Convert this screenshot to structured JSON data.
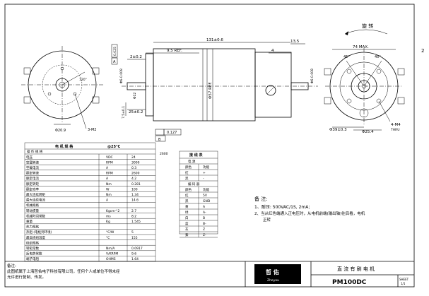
{
  "page_number": "2",
  "rotation": {
    "label": "旋 转"
  },
  "dimensions": {
    "length_131": "131±0.6",
    "d_13_5": "13,5",
    "d_9_5_ref": "9,5 REF.",
    "d_2": "2±0.2",
    "d_4": "4",
    "d_6_shaft_left": "Φ6-0.008",
    "d_6_shaft_right": "Φ6-0.008",
    "d_57": "Φ57 REF.",
    "d_12": "Φ12",
    "d_25": "25±0.2",
    "d_7_5": "7.5±0.1",
    "d_20_9": "Φ20.9",
    "screw_3m2": "3-M2",
    "tol_0_025": "0.025",
    "datum_a": "A",
    "datum_b": "B",
    "tol_0_127": "0.127",
    "width_74": "74 MAX.",
    "angle_45a": "45°",
    "angle_45b": "45°",
    "d_39": "Φ39±0.3",
    "d_25_4": "Φ25.4",
    "screw_4m4": "4-M4",
    "thru": "THRU",
    "left_angle": "120°",
    "note_2600": "2600"
  },
  "param_table": {
    "header_left": "电 机 规 格",
    "header_right": "@25°C",
    "subheader": "操 作 规 格",
    "rows": [
      {
        "name": "电压",
        "unit": "VDC",
        "value": "24"
      },
      {
        "name": "空载转速",
        "unit": "RPM",
        "value": "3000"
      },
      {
        "name": "空载电流",
        "unit": "A",
        "value": "0.3"
      },
      {
        "name": "额定转速",
        "unit": "RPM",
        "value": "2600"
      },
      {
        "name": "额定电流",
        "unit": "A",
        "value": "4.2"
      },
      {
        "name": "额定转矩",
        "unit": "Nm",
        "value": "0.281"
      },
      {
        "name": "额定功率",
        "unit": "W",
        "value": "100"
      },
      {
        "name": "最大连续转矩",
        "unit": "Nm",
        "value": "1.34"
      },
      {
        "name": "最大连续电流",
        "unit": "A",
        "value": "14.6"
      },
      {
        "name": "机械规格",
        "unit": "",
        "value": ""
      },
      {
        "name": "转动惯量",
        "unit": "Kgcm^2",
        "value": "2.7"
      },
      {
        "name": "机械时间常数",
        "unit": "ms",
        "value": "8.2"
      },
      {
        "name": "重量",
        "unit": "Kg",
        "value": "1.545"
      },
      {
        "name": "热力规格",
        "unit": "",
        "value": ""
      },
      {
        "name": "热阻 (电枢到环境)",
        "unit": "°C/W",
        "value": "5"
      },
      {
        "name": "最高绕组温度",
        "unit": "°C",
        "value": "155"
      },
      {
        "name": "绕组规格",
        "unit": "",
        "value": ""
      },
      {
        "name": "转矩常数",
        "unit": "Nm/A",
        "value": "0.0917"
      },
      {
        "name": "反电势常数",
        "unit": "V/KRPM",
        "value": "9.6"
      },
      {
        "name": "端子电阻",
        "unit": "OHMS",
        "value": "1.64"
      }
    ]
  },
  "wiring_table": {
    "title": "接 线 表",
    "motor_header": "电    源",
    "col_color": "颜色",
    "col_function": "功能",
    "motor_rows": [
      {
        "color": "红",
        "function": "+"
      },
      {
        "color": "黑",
        "function": "-"
      }
    ],
    "encoder_header": "编 码 器",
    "encoder_rows": [
      {
        "color": "红",
        "function": "5V"
      },
      {
        "color": "黑",
        "function": "GND"
      },
      {
        "color": "黄",
        "function": "A"
      },
      {
        "color": "绿",
        "function": "A-"
      },
      {
        "color": "白",
        "function": "B"
      },
      {
        "color": "蓝",
        "function": "B-"
      },
      {
        "color": "灰",
        "function": "Z"
      },
      {
        "color": "紫",
        "function": "Z-"
      }
    ]
  },
  "notes": {
    "title": "备 注:",
    "line1": "1、耐压: 500VAC/1S, 2mA;",
    "line2": "2、当从红色端通入正电压时，从电机前端(输出轴)往后看，电机",
    "line3": "正转"
  },
  "title_block": {
    "remark_title": "备注:",
    "remark_line1": "此图纸属于上海哲佑电子科技有限公司，任何个人或单位不得未经",
    "remark_line2": "允许进行复制、传发。",
    "logo_text": "哲 佑",
    "logo_sub": "Zheyou",
    "product_name": "直 流 有 刷 电 机",
    "model": "PM100DC",
    "sheet_label": "SHEET",
    "sheet_value": "1/1"
  }
}
